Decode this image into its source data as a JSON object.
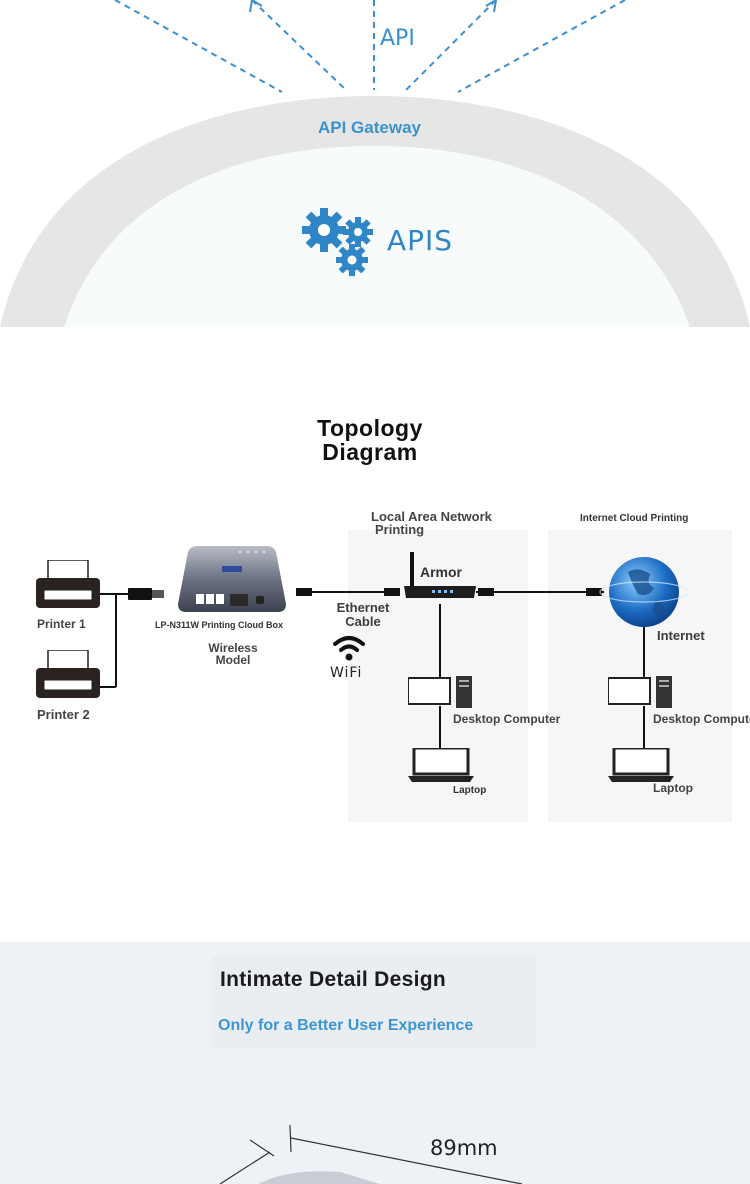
{
  "api_section": {
    "api_label": "API",
    "gateway_label": "API Gateway",
    "apis_label": "APIS"
  },
  "topology": {
    "title_line1": "Topology",
    "title_line2": "Diagram",
    "lan_label_line1": "Local Area Network",
    "lan_label_line2": "Printing",
    "cloud_label": "Internet Cloud Printing",
    "printer1": "Printer 1",
    "printer2": "Printer 2",
    "device_name": "LP-N311W Printing Cloud Box",
    "wireless_line1": "Wireless",
    "wireless_line2": "Model",
    "ethernet_line1": "Ethernet",
    "ethernet_line2": "Cable",
    "wifi": "WiFi",
    "router": "Armor",
    "internet": "Internet",
    "desktop_left": "Desktop Computer",
    "desktop_right": "Desktop Computer",
    "laptop_left": "Laptop",
    "laptop_right": "Laptop"
  },
  "detail_section": {
    "title": "Intimate Detail Design",
    "subtitle": "Only for a Better User Experience",
    "dimension": "89mm"
  },
  "colors": {
    "accent_blue": "#3b8fd0",
    "arch_gray": "#e6e6e6",
    "detail_bg": "#eef2f6"
  }
}
